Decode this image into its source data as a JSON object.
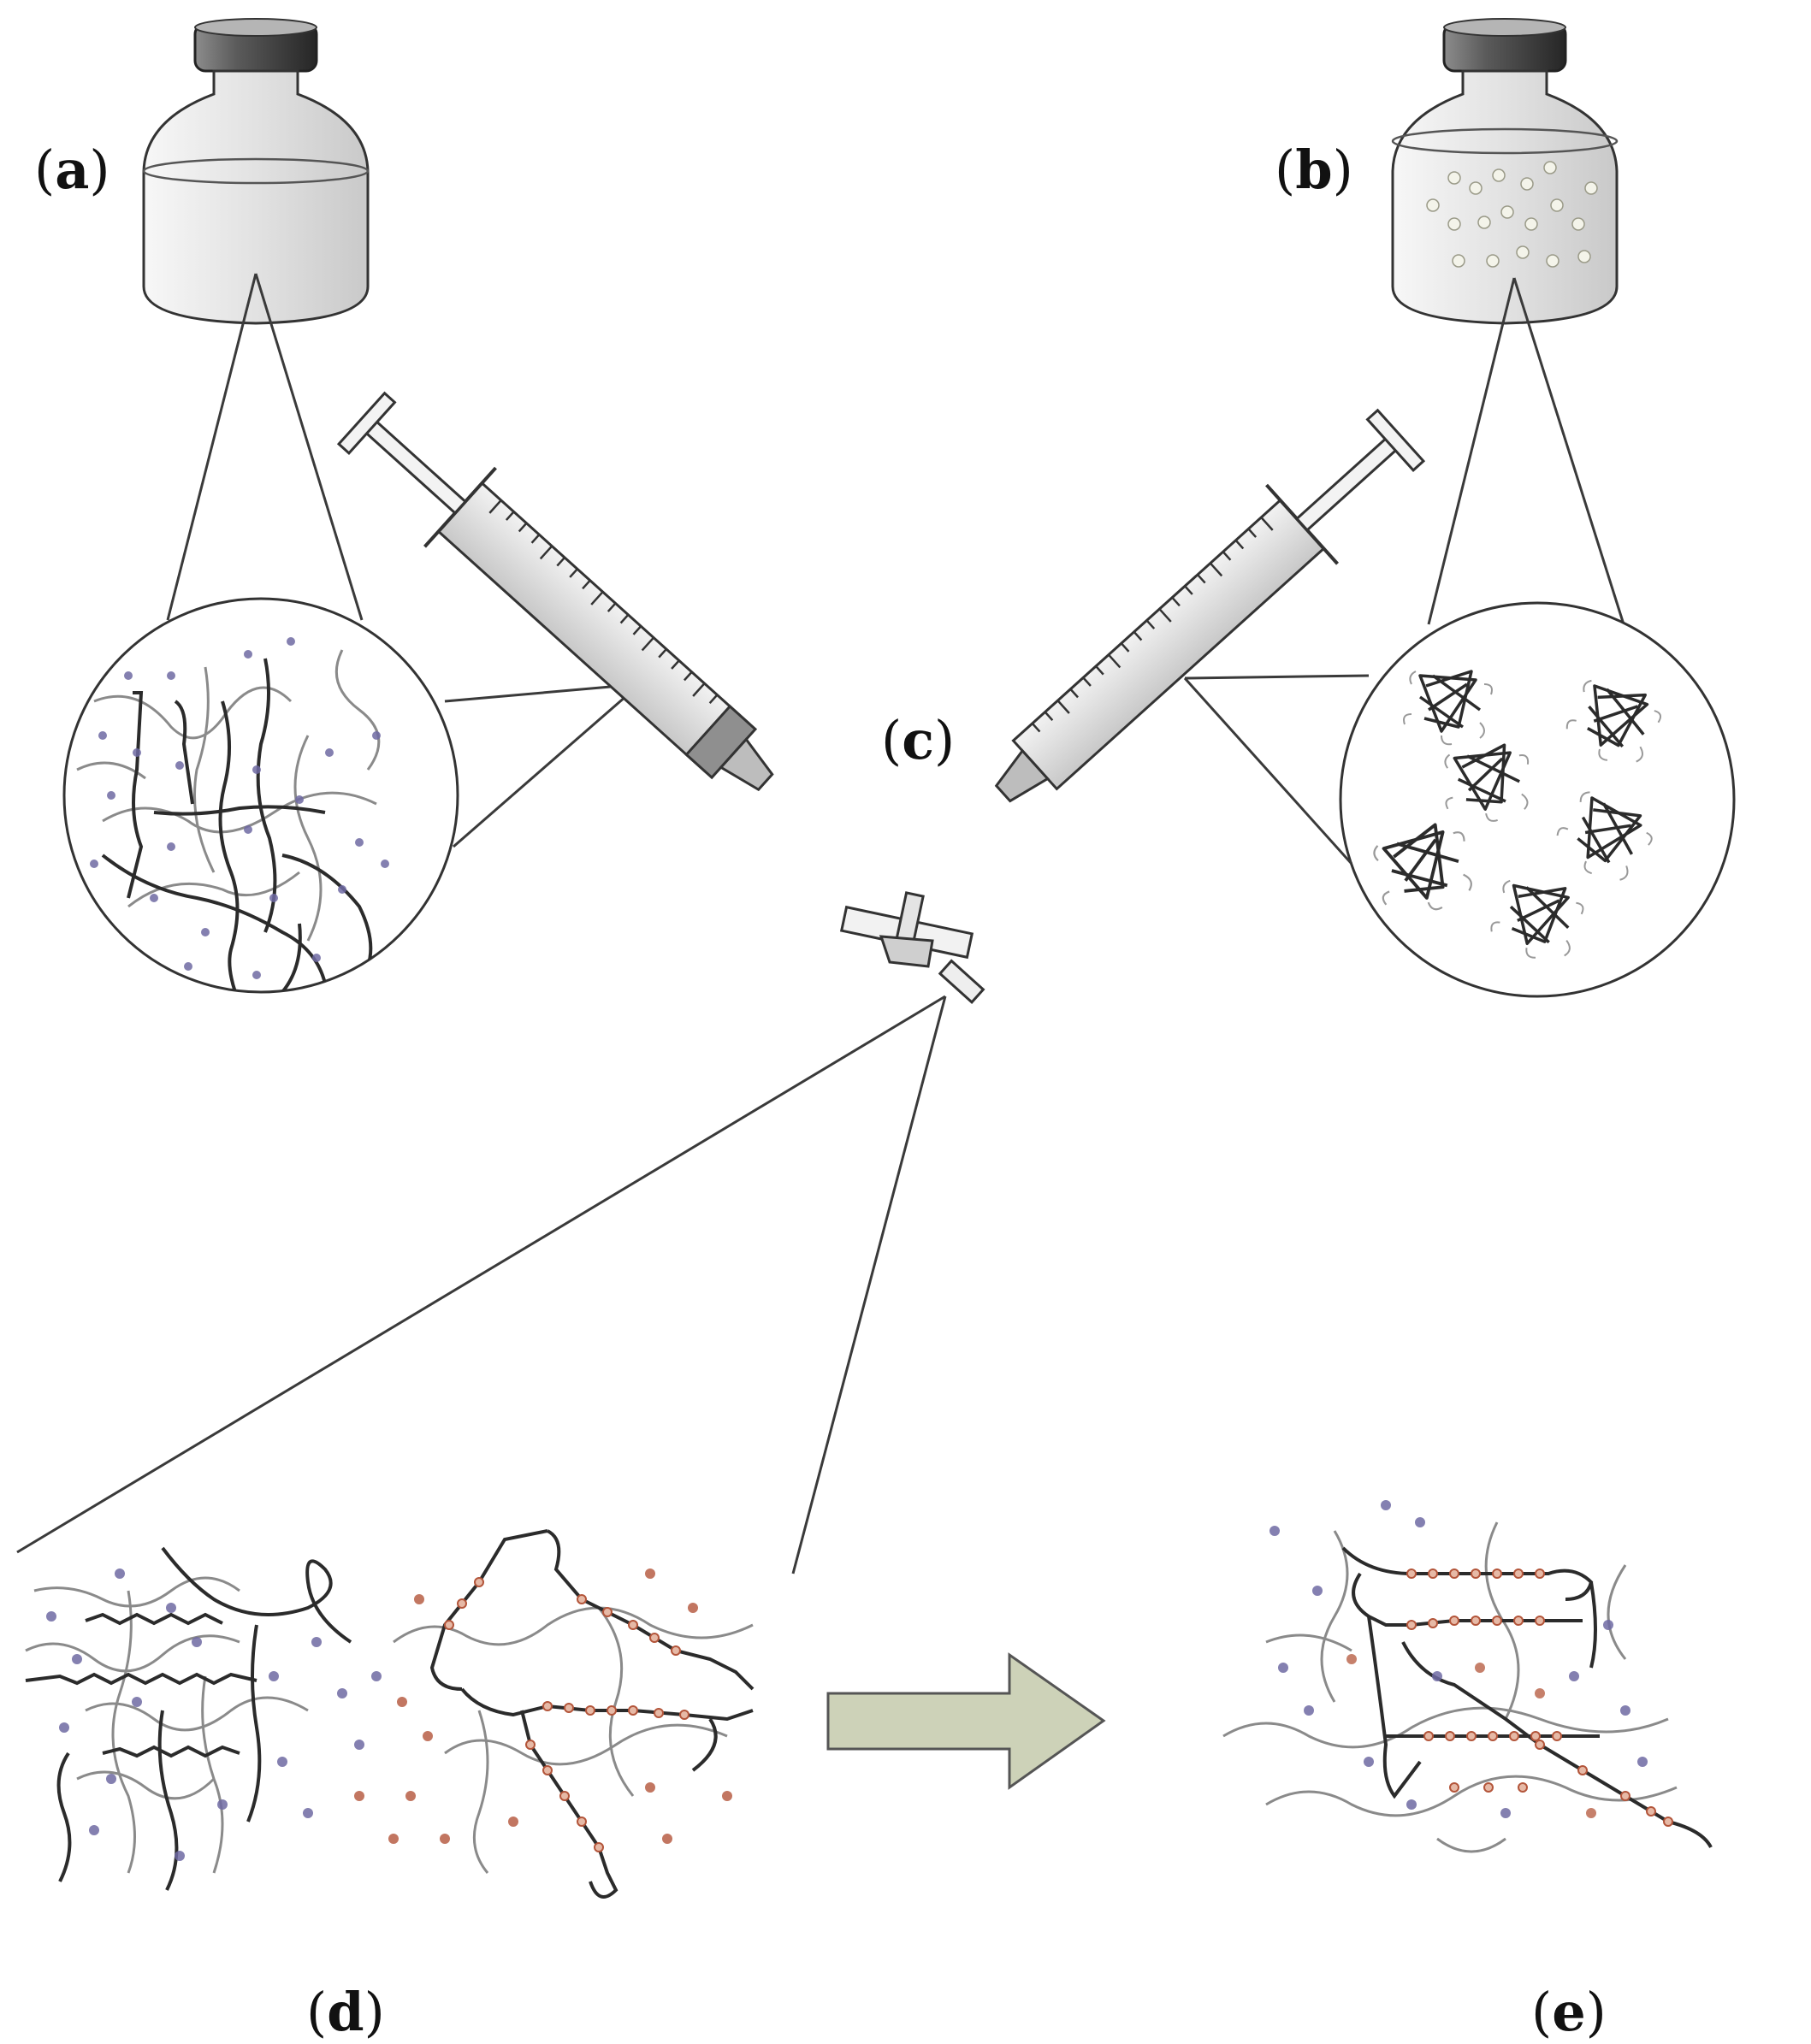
{
  "labels": {
    "a": "a",
    "b": "b",
    "c": "c",
    "d": "d",
    "e": "e"
  },
  "colors": {
    "line": "#3a3a3a",
    "chain_dark": "#2b2b2b",
    "chain_light": "#8a8a8a",
    "dot_blue": "#6f6aa3",
    "dot_red": "#b3553a",
    "bottle_fill": "#e6e6e6",
    "bottle_cap": "#3c3c3c",
    "syringe_fill": "#dcdcdc",
    "arrow_fill": "#cdd2b8",
    "arrow_stroke": "#555555"
  },
  "icons": [
    "bottle-a-icon",
    "bottle-b-icon",
    "syringe-left-icon",
    "syringe-right-icon",
    "mixing-connector-icon",
    "process-arrow-icon"
  ]
}
